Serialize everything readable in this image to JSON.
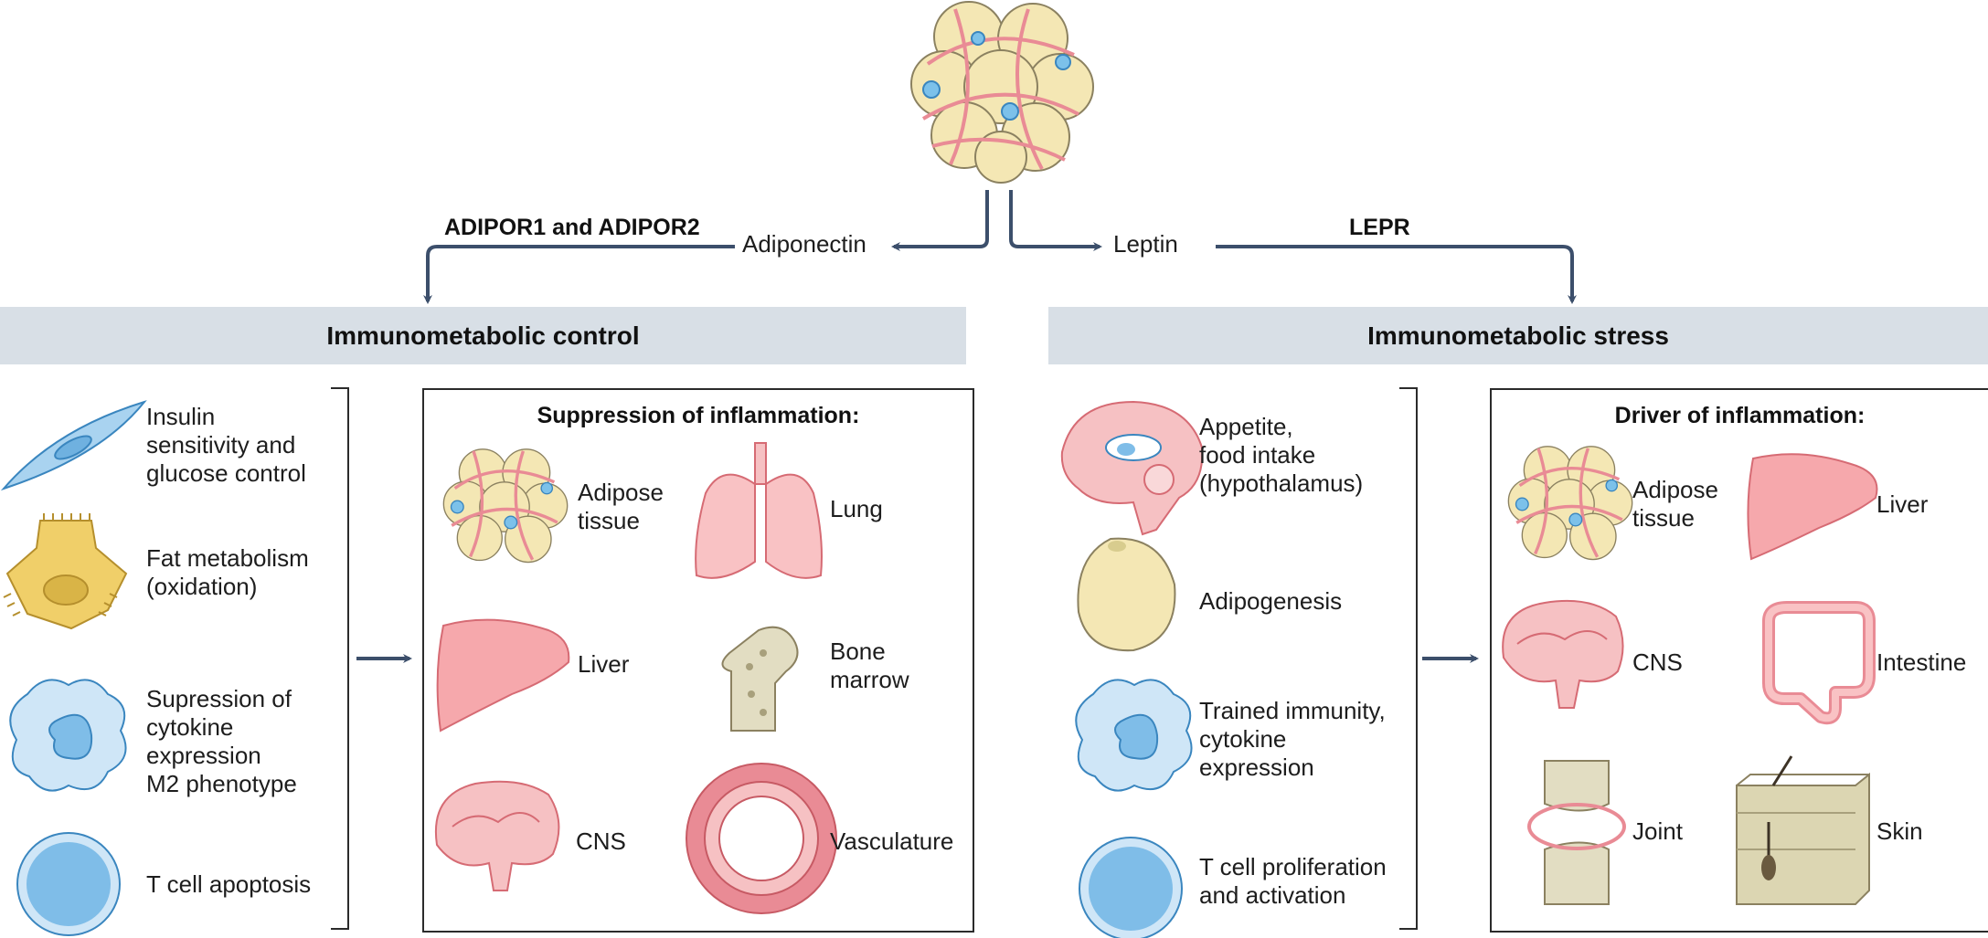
{
  "top": {
    "adiponectin": "Adiponectin",
    "leptin": "Leptin",
    "adiponectin_receptors": "ADIPOR1 and ADIPOR2",
    "leptin_receptor": "LEPR"
  },
  "left": {
    "header": "Immunometabolic control",
    "effects": [
      {
        "text": "Insulin\nsensitivity and\nglucose control",
        "icon": "myocyte-icon"
      },
      {
        "text": "Fat metabolism\n(oxidation)",
        "icon": "hepatocyte-icon"
      },
      {
        "text": "Supression of\ncytokine\nexpression\nM2 phenotype",
        "icon": "macrophage-icon"
      },
      {
        "text": "T cell apoptosis",
        "icon": "t-cell-icon"
      }
    ],
    "box_title": "Suppression of inflammation:",
    "targets": [
      {
        "text": "Adipose\ntissue",
        "icon": "adipose-tissue-icon"
      },
      {
        "text": "Lung",
        "icon": "lung-icon"
      },
      {
        "text": "Liver",
        "icon": "liver-icon"
      },
      {
        "text": "Bone\nmarrow",
        "icon": "bone-marrow-icon"
      },
      {
        "text": "CNS",
        "icon": "brain-icon"
      },
      {
        "text": "Vasculature",
        "icon": "vessel-icon"
      }
    ]
  },
  "right": {
    "header": "Immunometabolic stress",
    "effects": [
      {
        "text": "Appetite,\nfood intake\n(hypothalamus)",
        "icon": "brain-section-icon"
      },
      {
        "text": "Adipogenesis",
        "icon": "adipocyte-icon"
      },
      {
        "text": "Trained immunity,\ncytokine\nexpression",
        "icon": "macrophage-icon"
      },
      {
        "text": "T cell proliferation\nand activation",
        "icon": "t-cell-icon"
      }
    ],
    "box_title": "Driver of inflammation:",
    "targets": [
      {
        "text": "Adipose\ntissue",
        "icon": "adipose-tissue-icon"
      },
      {
        "text": "Liver",
        "icon": "liver-icon"
      },
      {
        "text": "CNS",
        "icon": "brain-icon"
      },
      {
        "text": "Intestine",
        "icon": "intestine-icon"
      },
      {
        "text": "Joint",
        "icon": "joint-icon"
      },
      {
        "text": "Skin",
        "icon": "skin-icon"
      }
    ]
  },
  "colors": {
    "arrow": "#3c4f6b",
    "band": "#d8dfe6",
    "fat": "#f4e7b4",
    "vessel_pink": "#e98b95",
    "organ_pink": "#f6a8ac",
    "cell_blue": "#a9d3f0",
    "cell_yellow": "#f0cf69",
    "bone": "#e2ddc2"
  }
}
